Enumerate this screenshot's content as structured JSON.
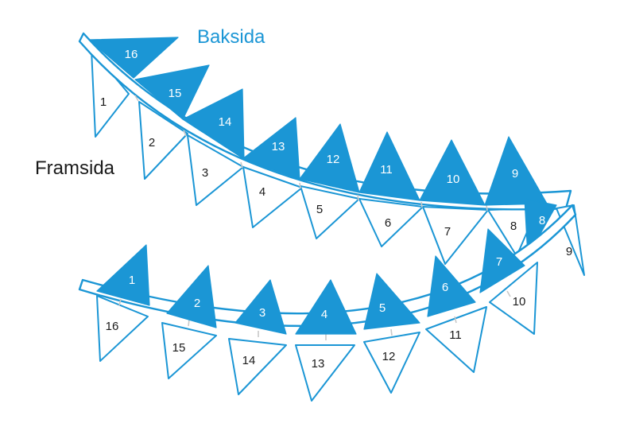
{
  "labels": {
    "back": "Baksida",
    "front": "Framsida"
  },
  "colors": {
    "accent": "#1b96d5",
    "text": "#1a1a1a"
  },
  "upper_garland": {
    "back_numbers": [
      "16",
      "15",
      "14",
      "13",
      "12",
      "11",
      "10",
      "9",
      "8"
    ],
    "front_numbers": [
      "1",
      "2",
      "3",
      "4",
      "5",
      "6",
      "7",
      "8",
      "9"
    ]
  },
  "lower_garland": {
    "back_numbers": [
      "1",
      "2",
      "3",
      "4",
      "5",
      "6",
      "7"
    ],
    "front_numbers": [
      "16",
      "15",
      "14",
      "13",
      "12",
      "11",
      "10"
    ]
  }
}
